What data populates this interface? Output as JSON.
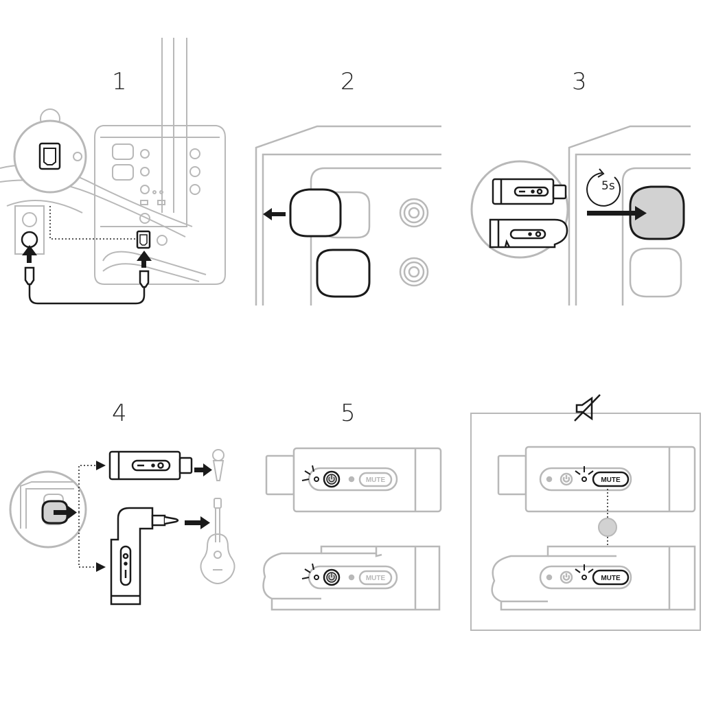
{
  "steps": [
    {
      "number": "1"
    },
    {
      "number": "2"
    },
    {
      "number": "3",
      "timer": "5s"
    },
    {
      "number": "4"
    },
    {
      "number": "5",
      "buttons": [
        "MUTE",
        "MUTE"
      ]
    },
    {
      "icon": "speaker-mute-icon",
      "buttons": [
        "MUTE",
        "MUTE"
      ]
    }
  ],
  "colors": {
    "line_dark": "#1a1a1a",
    "line_light": "#b8b8b8",
    "fill_highlight": "#d2d2d2"
  }
}
